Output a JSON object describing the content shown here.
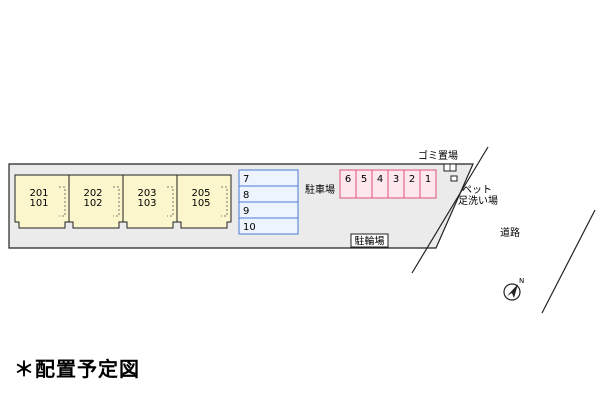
{
  "units": [
    {
      "upper": "201",
      "lower": "101"
    },
    {
      "upper": "202",
      "lower": "102"
    },
    {
      "upper": "203",
      "lower": "103"
    },
    {
      "upper": "205",
      "lower": "105"
    }
  ],
  "blue_parking": [
    "7",
    "8",
    "9",
    "10"
  ],
  "pink_parking": [
    "6",
    "5",
    "4",
    "3",
    "2",
    "1"
  ],
  "labels": {
    "parking": "駐車場",
    "garbage": "ゴミ置場",
    "pet_line1": "ペット",
    "pet_line2": "足洗い場",
    "road": "道路",
    "bicycle": "駐輪場",
    "north": "N",
    "title": "＊配置予定図"
  },
  "colors": {
    "building": "#fbf6cc",
    "blue_parking": "#eef4fd",
    "blue_stroke": "#4a7ad8",
    "pink_parking": "#fde8ee",
    "pink_stroke": "#e0507a",
    "site": "#ebebeb"
  }
}
